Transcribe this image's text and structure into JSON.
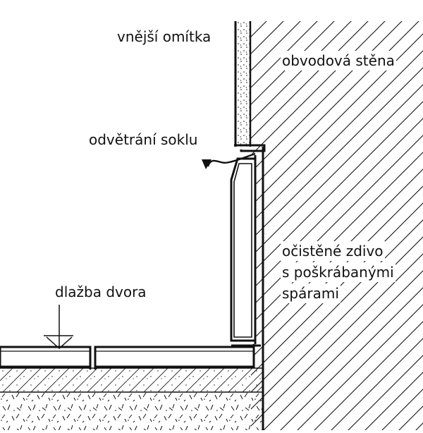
{
  "labels": {
    "external_plaster": "vnější omítka",
    "perimeter_wall": "obvodová stěna",
    "plinth_ventilation": "odvětrání soklu",
    "cleaned_masonry_line1": "očistěné zdivo",
    "cleaned_masonry_line2": "s poškrábanými",
    "cleaned_masonry_line3": "spárami",
    "courtyard_paving": "dlažba dvora"
  },
  "colors": {
    "ink": "#111111",
    "background": "#ffffff"
  }
}
